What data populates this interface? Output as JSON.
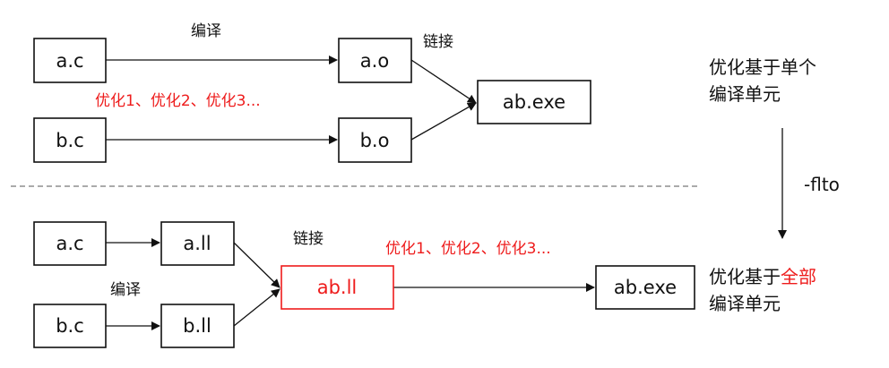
{
  "colors": {
    "accent": "#ee1c1c",
    "ink": "#111111",
    "divider": "#555555"
  },
  "top": {
    "box_ac": "a.c",
    "box_bc": "b.c",
    "box_ao": "a.o",
    "box_bo": "b.o",
    "box_exe": "ab.exe",
    "label_compile": "编译",
    "label_link": "链接",
    "optimizations": "优化1、优化2、优化3..."
  },
  "bottom": {
    "box_ac": "a.c",
    "box_bc": "b.c",
    "box_all": "a.ll",
    "box_bll": "b.ll",
    "box_abll": "ab.ll",
    "box_exe": "ab.exe",
    "label_compile": "编译",
    "label_link": "链接",
    "optimizations": "优化1、优化2、优化3..."
  },
  "side": {
    "top_note_line1": "优化基于单个",
    "top_note_line2": "编译单元",
    "flag": "-flto",
    "bottom_note_prefix": "优化基于",
    "bottom_note_highlight": "全部",
    "bottom_note_line2": "编译单元"
  }
}
